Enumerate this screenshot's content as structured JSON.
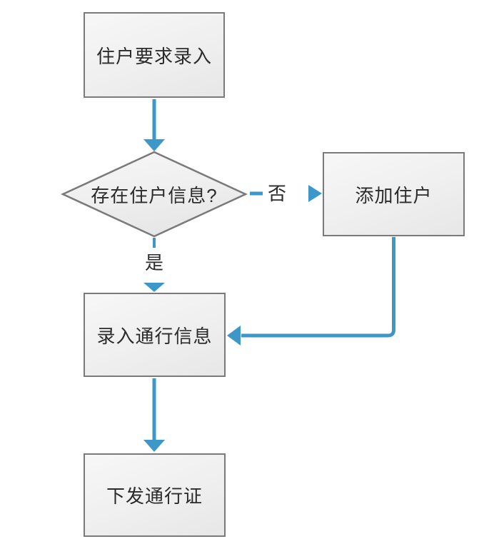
{
  "flowchart": {
    "nodes": {
      "start": {
        "label": "住户要求录入",
        "type": "process"
      },
      "decision": {
        "label": "存在住户信息?",
        "type": "decision"
      },
      "add": {
        "label": "添加住户",
        "type": "process"
      },
      "enter": {
        "label": "录入通行信息",
        "type": "process"
      },
      "issue": {
        "label": "下发通行证",
        "type": "process"
      }
    },
    "edge_labels": {
      "no": "否",
      "yes": "是"
    },
    "colors": {
      "connector_blue": "#3e97c9",
      "node_border": "#7a7a7a",
      "node_fill_top": "#f7f7f7",
      "node_fill_bottom": "#e7e7e7",
      "text": "#2b2b2b",
      "background": "#ffffff"
    }
  }
}
